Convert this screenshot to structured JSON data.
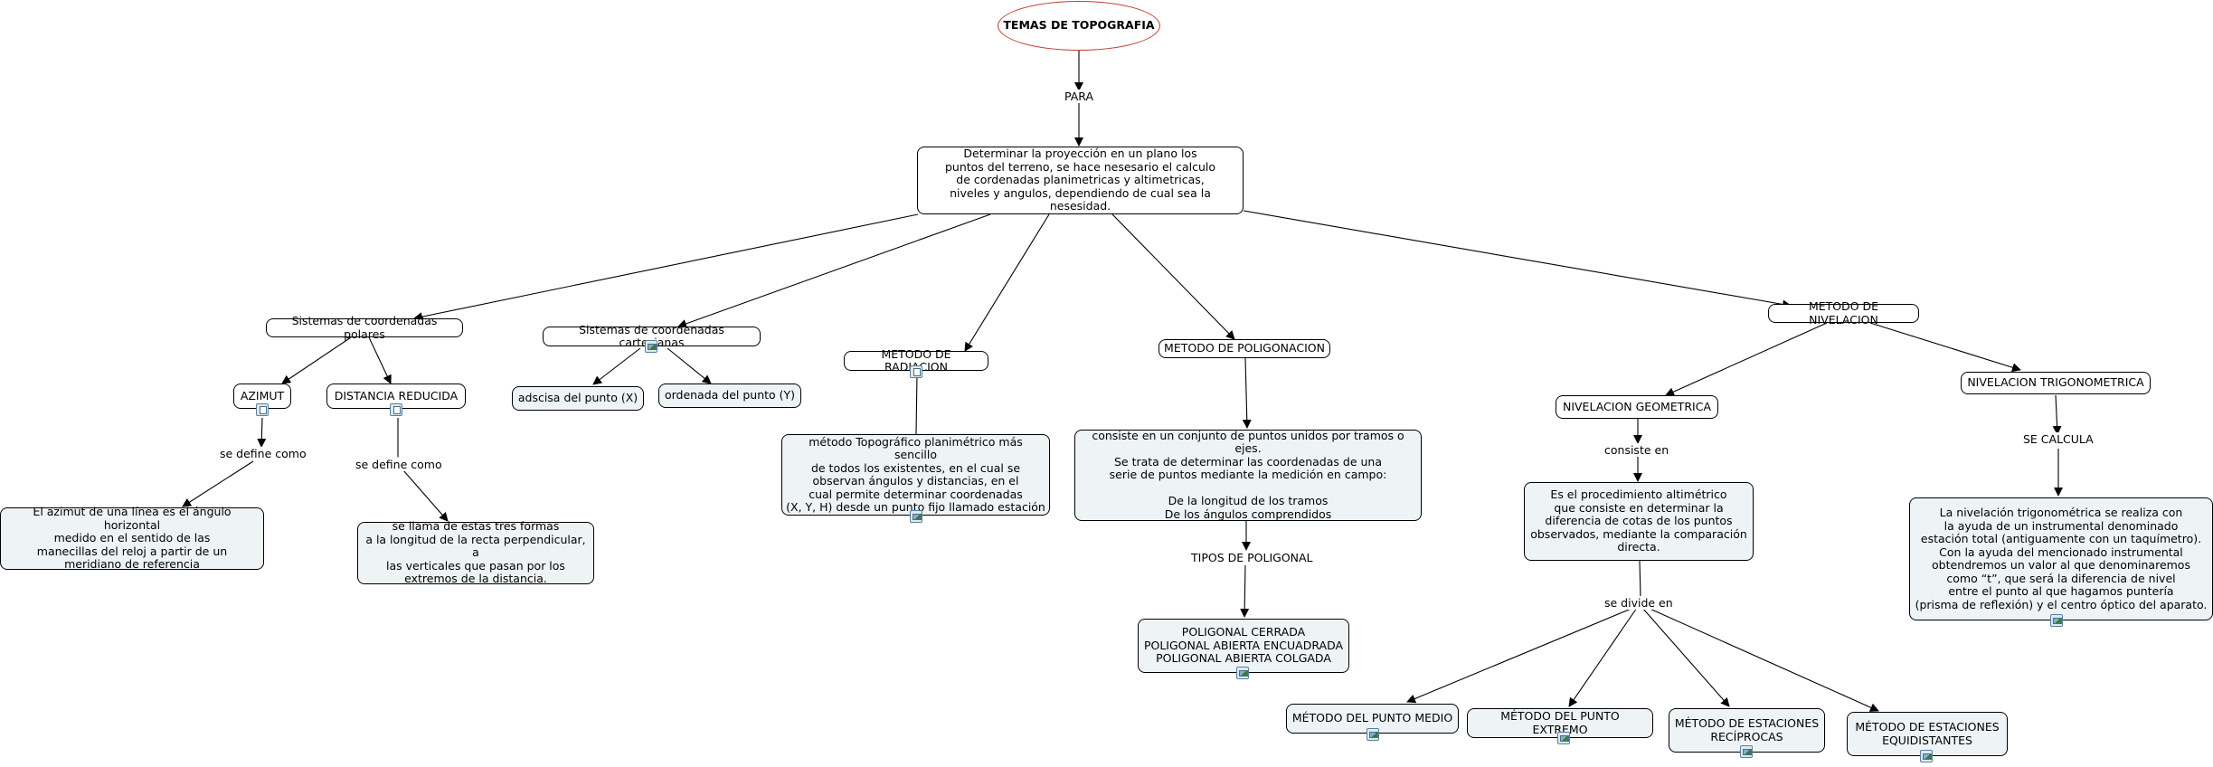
{
  "root": "TEMAS DE TOPOGRAFIA",
  "link_para": "PARA",
  "main_node": "Determinar la proyección en un plano los\npuntos del terreno, se hace nesesario el calculo\nde cordenadas planimetricas y altimetricas,\nniveles y angulos, dependiendo de cual sea la nesesidad.",
  "polares": "Sistemas de coordenadas polares",
  "cartesianas": "Sistemas de coordenadas cartesianas",
  "radiacion": "METODO DE RADIACION",
  "poligonacion": "METODO DE POLIGONACION",
  "nivelacion": "METODO DE NIVELACION",
  "azimut": "AZIMUT",
  "distancia": "DISTANCIA REDUCIDA",
  "se_define_1": "se define como",
  "se_define_2": "se define como",
  "azimut_def": "El azimut de una línea es el ángulo horizontal\nmedido en el sentido de las\nmanecillas del reloj a partir de un\nmeridiano de referencia",
  "distancia_def": "se llama de estas tres formas\na la longitud de la recta perpendicular, a\nlas verticales que pasan por los\nextremos de la distancia.",
  "abscisa": "adscisa del punto (X)",
  "ordenada": "ordenada del punto (Y)",
  "radiacion_def": "método Topográfico planimétrico más sencillo\nde todos los existentes, en el cual se\nobservan ángulos y distancias, en el\ncual permite determinar coordenadas\n(X, Y, H) desde un punto fijo llamado estación",
  "poligonacion_def": "consiste en un conjunto de puntos unidos por tramos o ejes.\nSe trata de determinar las coordenadas de una\nserie de puntos mediante la medición en campo:\n\nDe la longitud de los tramos\nDe los ángulos comprendidos",
  "tipos_poligonal": "TIPOS DE POLIGONAL",
  "poligonales": "POLIGONAL CERRADA\nPOLIGONAL ABIERTA ENCUADRADA\nPOLIGONAL ABIERTA COLGADA",
  "niv_geometrica": "NIVELACION GEOMETRICA",
  "niv_trigonometrica": "NIVELACION TRIGONOMETRICA",
  "consiste_en": "consiste en",
  "se_calcula": "SE CALCULA",
  "geometrica_def": "Es el procedimiento altimétrico\nque consiste en determinar la\ndiferencia de cotas de los puntos\nobservados, mediante la comparación\ndirecta.",
  "trigonometrica_def": "La nivelación trigonométrica se realiza con\nla ayuda de un instrumental denominado\nestación total (antiguamente con un taquímetro).\nCon la ayuda del mencionado instrumental\nobtendremos un valor al que denominaremos\ncomo “t”, que será la diferencia de nivel\nentre el punto al que hagamos puntería\n(prisma de reflexión) y el centro óptico del aparato.",
  "se_divide_en": "se divide en",
  "punto_medio": "MÉTODO DEL PUNTO MEDIO",
  "punto_extremo": "MÉTODO DEL PUNTO EXTREMO",
  "reciprocas": "MÉTODO DE ESTACIONES\nRECÍPROCAS",
  "equidistantes": "MÉTODO DE ESTACIONES\nEQUIDISTANTES",
  "colors": {
    "line": "#000000",
    "root_border": "#c0392b",
    "node_fill": "#eef3f6"
  }
}
